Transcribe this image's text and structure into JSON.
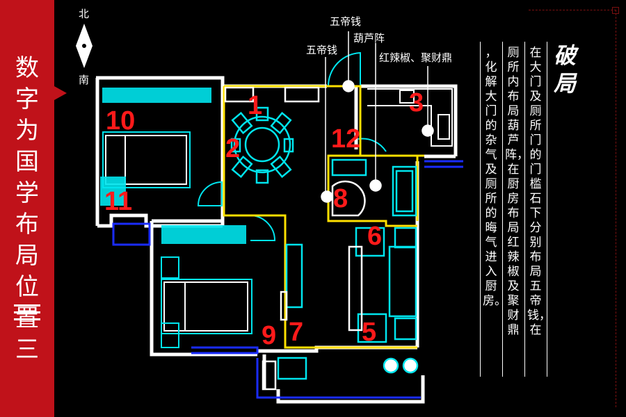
{
  "sidebar": {
    "title": "数字为国学布局位置三"
  },
  "compass": {
    "north": "北",
    "south": "南"
  },
  "callouts": {
    "wudiqian_top": "五帝钱",
    "hulu_zhen": "葫芦阵",
    "wudiqian_left": "五帝钱",
    "pepper_ding": "红辣椒、聚财鼎"
  },
  "room_numbers": [
    "1",
    "2",
    "3",
    "5",
    "6",
    "7",
    "8",
    "9",
    "10",
    "11",
    "12"
  ],
  "panel": {
    "heading": "破局",
    "columns": [
      "在大门及厕所门的门槛石下分别布局五帝钱，在",
      "厕所内布局葫芦阵，在厨房布局红辣椒及聚财鼎",
      "，化解大门的杂气及厕所的晦气进入厨房。"
    ]
  },
  "colors": {
    "sidebar": "#c0121a",
    "walls": "#ffffff",
    "furniture": "#00e5ee",
    "zones": "#ffe000",
    "numbers": "#ff1a1a",
    "windows": "#1a2cff"
  }
}
